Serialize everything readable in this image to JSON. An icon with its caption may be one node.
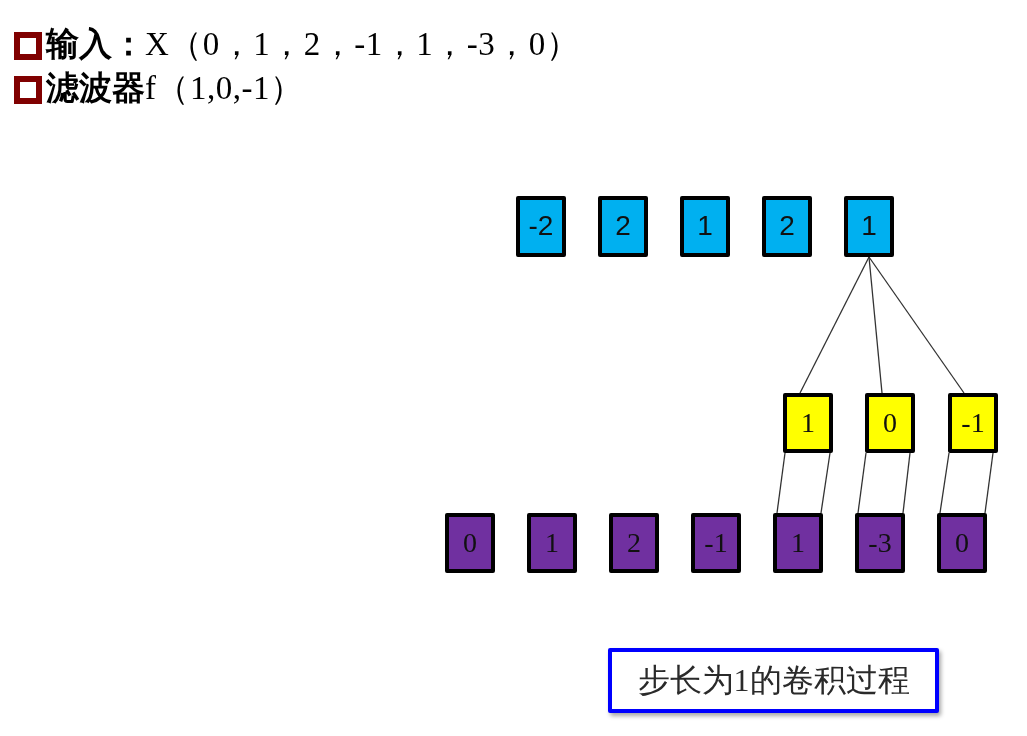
{
  "diagram": {
    "nodes": [
      {
        "text": [
          "-2"
        ]
      },
      {
        "text": [
          "2"
        ]
      },
      {
        "text": [
          "1"
        ]
      },
      {
        "text": [
          "2"
        ]
      },
      {
        "text": [
          "1"
        ]
      },
      {
        "text": [
          "1"
        ]
      },
      {
        "text": [
          "0"
        ]
      },
      {
        "text": [
          "-1"
        ]
      },
      {
        "text": [
          "0"
        ]
      },
      {
        "text": [
          "1"
        ]
      },
      {
        "text": [
          "2"
        ]
      },
      {
        "text": [
          "-1"
        ]
      },
      {
        "text": [
          "1"
        ]
      },
      {
        "text": [
          "-3"
        ]
      },
      {
        "text": [
          "0"
        ]
      },
      {
        "text": [
          "步长为1的卷积过程"
        ]
      }
    ],
    "edges": [
      {
        "from": 4,
        "to": 5,
        "arrow": "none"
      },
      {
        "from": 4,
        "to": 6,
        "arrow": "none"
      },
      {
        "from": 4,
        "to": 7,
        "arrow": "none"
      },
      {
        "from": 5,
        "to": 12,
        "arrow": "none"
      },
      {
        "from": 5,
        "to": 12,
        "arrow": "none"
      },
      {
        "from": 6,
        "to": 13,
        "arrow": "none"
      },
      {
        "from": 6,
        "to": 13,
        "arrow": "none"
      },
      {
        "from": 7,
        "to": 14,
        "arrow": "none"
      },
      {
        "from": 7,
        "to": 14,
        "arrow": "none"
      }
    ],
    "labels": [
      "**输入：**X（0，1，2，-1，1，-3，0）",
      "**滤波器**f（1,0,-1）"
    ]
  }
}
